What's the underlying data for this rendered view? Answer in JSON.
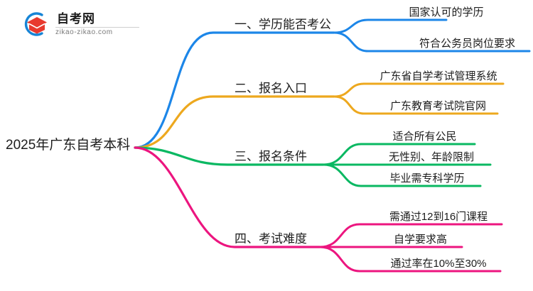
{
  "logo": {
    "title": "自考网",
    "subtitle": "zikao-zikao.com",
    "mark_icon": "graduation-cap-icon",
    "ring_color": "#1785d6",
    "cap_color": "#e8392e"
  },
  "root": {
    "label": "2025年广东自考本科"
  },
  "branches": [
    {
      "id": "branch-1",
      "title": "一、学历能否考公",
      "color": "#1c86e8",
      "leaves": [
        {
          "label": "国家认可的学历"
        },
        {
          "label": "符合公务员岗位要求"
        }
      ]
    },
    {
      "id": "branch-2",
      "title": "二、报名入口",
      "color": "#eda81e",
      "leaves": [
        {
          "label": "广东省自学考试管理系统"
        },
        {
          "label": "广东教育考试院官网"
        }
      ]
    },
    {
      "id": "branch-3",
      "title": "三、报名条件",
      "color": "#0ab862",
      "leaves": [
        {
          "label": "适合所有公民"
        },
        {
          "label": "无性别、年龄限制"
        },
        {
          "label": "毕业需专科学历"
        }
      ]
    },
    {
      "id": "branch-4",
      "title": "四、考试难度",
      "color": "#ec157f",
      "leaves": [
        {
          "label": "需通过12到16门课程"
        },
        {
          "label": "自学要求高"
        },
        {
          "label": "通过率在10%至30%"
        }
      ]
    }
  ]
}
